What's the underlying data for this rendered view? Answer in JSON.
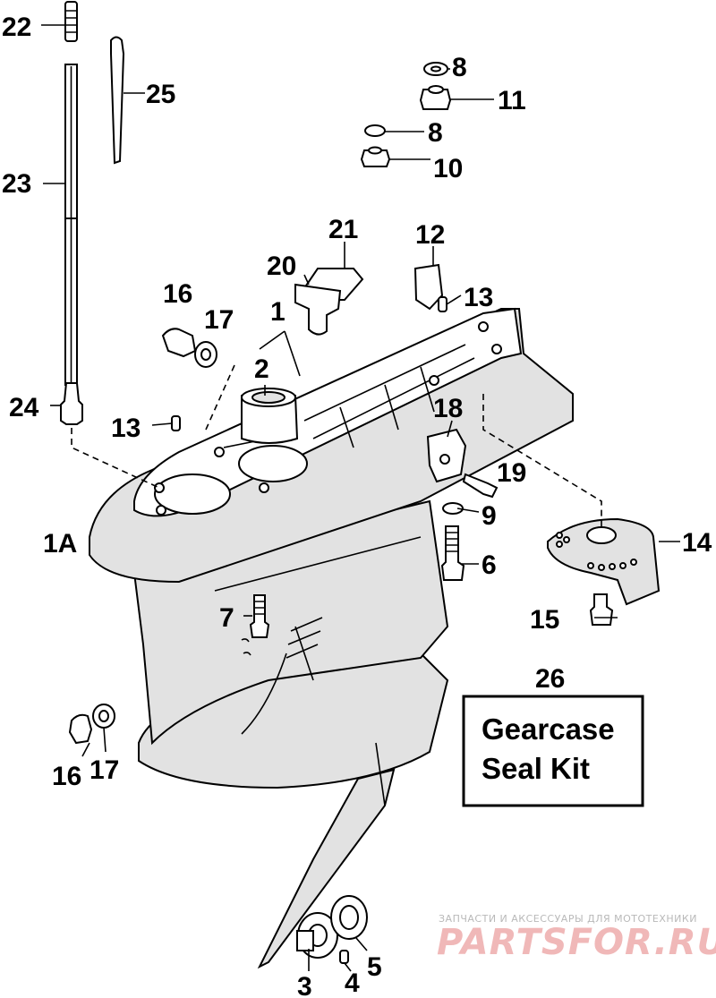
{
  "callouts": {
    "c22": "22",
    "c25": "25",
    "c23": "23",
    "c24": "24",
    "c8a": "8",
    "c11": "11",
    "c8b": "8",
    "c10": "10",
    "c21": "21",
    "c12": "12",
    "c20": "20",
    "c13a": "13",
    "c16a": "16",
    "c17a": "17",
    "c1": "1",
    "c2": "2",
    "c13b": "13",
    "c18": "18",
    "c19": "19",
    "c9": "9",
    "c1a": "1A",
    "c14": "14",
    "c6": "6",
    "c7": "7",
    "c15": "15",
    "c26": "26",
    "c16b": "16",
    "c17b": "17",
    "c3": "3",
    "c4": "4",
    "c5": "5"
  },
  "kit_box": {
    "line1": "Gearcase",
    "line2": "Seal Kit"
  },
  "watermark": {
    "small": "ЗАПЧАСТИ И АКСЕССУАРЫ ДЛЯ МОТОТЕХНИКИ",
    "big": "PARTSFOR.RU"
  }
}
